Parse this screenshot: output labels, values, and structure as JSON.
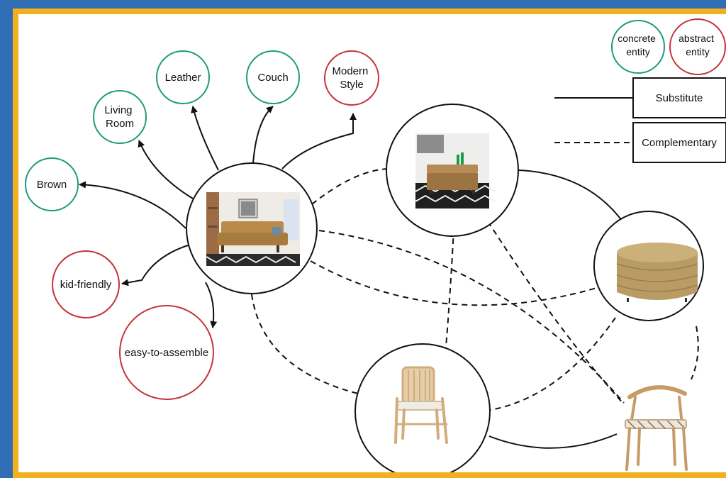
{
  "nodes": {
    "brown": "Brown",
    "living_room": [
      "Living",
      "Room"
    ],
    "leather": "Leather",
    "couch": "Couch",
    "modern_style": [
      "Modern",
      "Style"
    ],
    "kid_friendly": "kid-friendly",
    "easy_to_assemble": "easy-to-assemble"
  },
  "legend": {
    "concrete": [
      "concrete",
      "entity"
    ],
    "abstract": [
      "abstract",
      "entity"
    ],
    "substitute": "Substitute",
    "complementary": "Complementary"
  },
  "colors": {
    "concrete": "#1f9a7c",
    "abstract": "#c4323a",
    "border": "#2f6db5",
    "frame": "#f2b01e"
  }
}
